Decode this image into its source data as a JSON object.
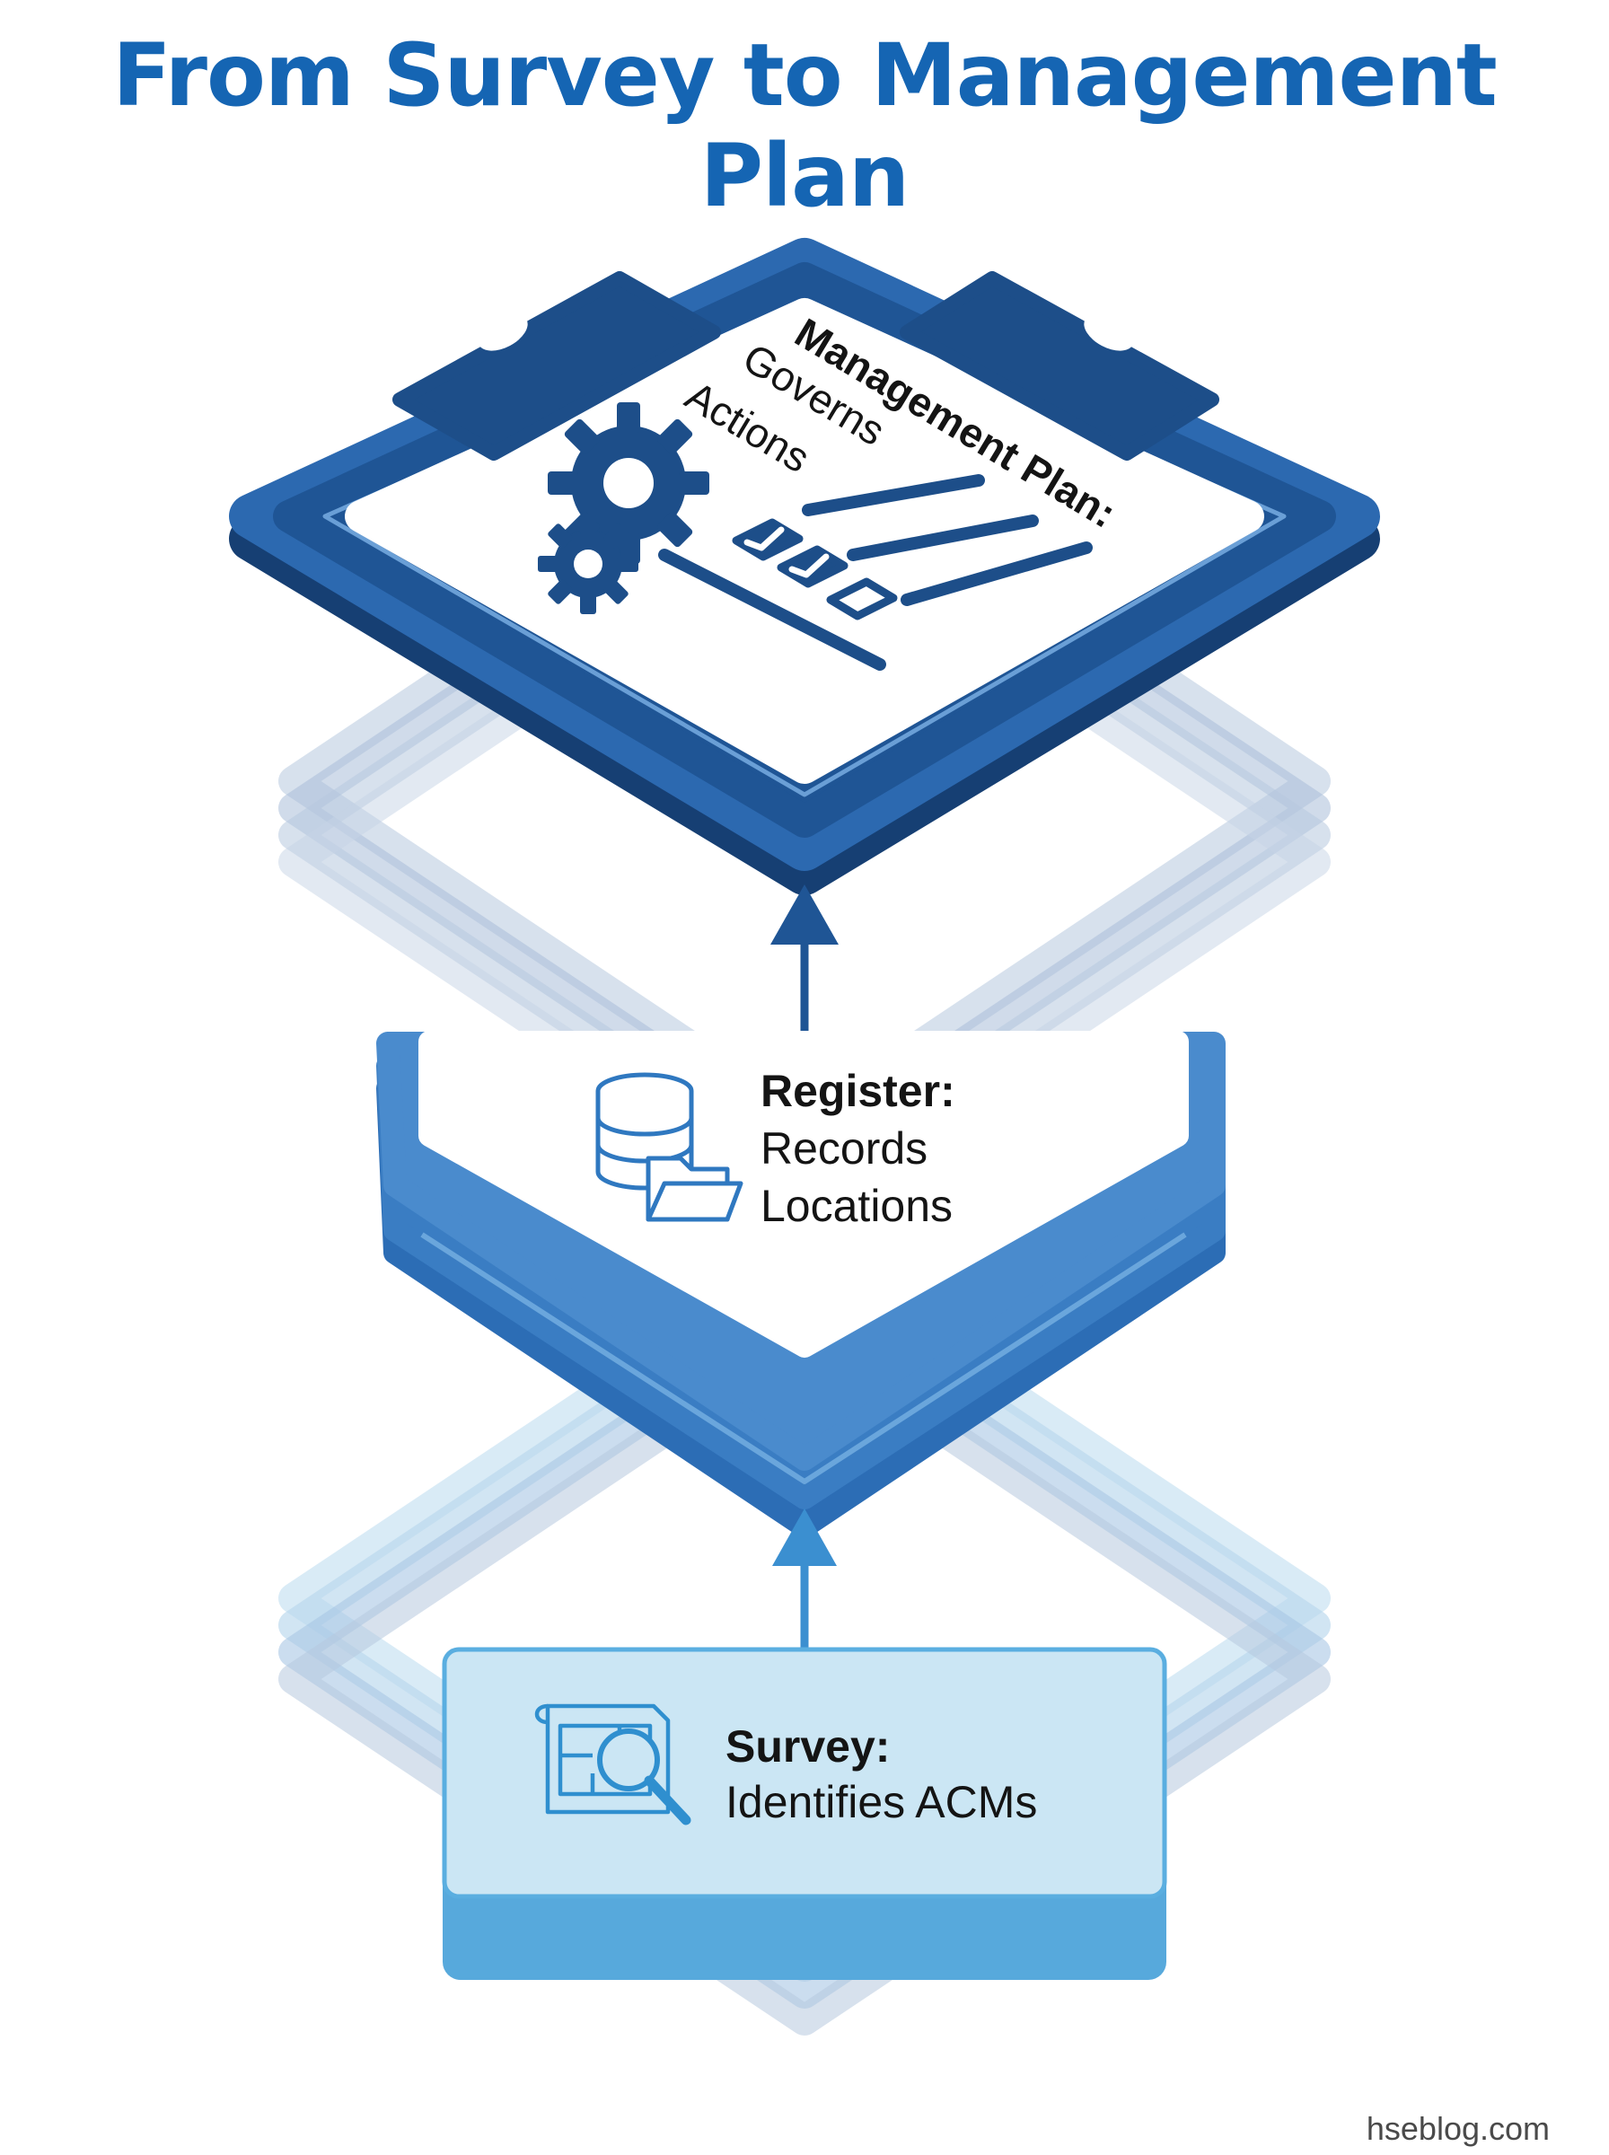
{
  "title": "From Survey to Management Plan",
  "colors": {
    "title": "#1565b3",
    "dark_blue": "#1f5595",
    "mid_blue": "#2f78c0",
    "light_blue": "#5aaee0",
    "pale_blue": "#cbe6f4",
    "ghost_layer": "#b7c8de"
  },
  "stages": {
    "management_plan": {
      "heading": "Management Plan:",
      "lines": [
        "Governs",
        "Actions"
      ],
      "icons": [
        "clipboard-icon",
        "gear-icon",
        "checklist-icon"
      ]
    },
    "register": {
      "heading": "Register:",
      "lines": [
        "Records",
        "Locations"
      ],
      "icons": [
        "database-icon",
        "folder-icon"
      ]
    },
    "survey": {
      "heading": "Survey:",
      "lines": [
        "Identifies ACMs"
      ],
      "icons": [
        "blueprint-icon",
        "magnifier-icon"
      ]
    }
  },
  "connectors": [
    "arrow-up-icon",
    "arrow-up-icon"
  ],
  "watermark": "hseblog.com"
}
